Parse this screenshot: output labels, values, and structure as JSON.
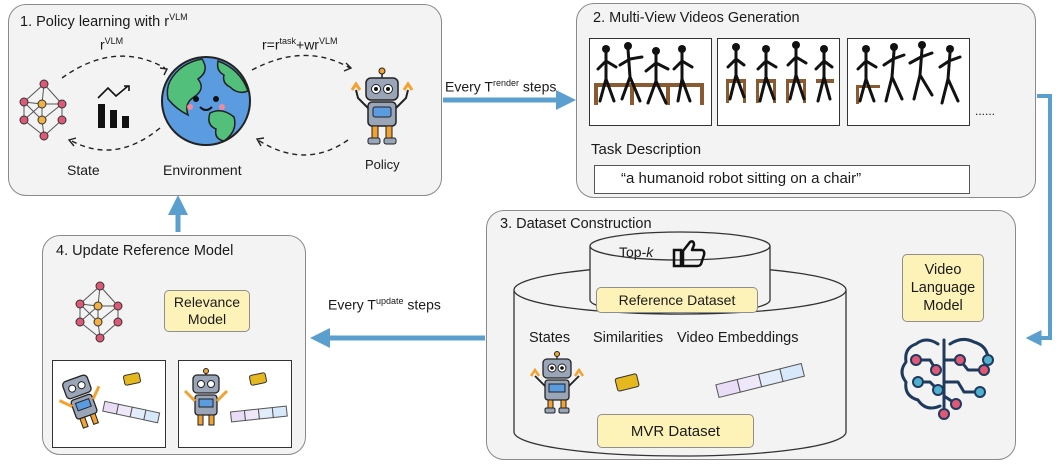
{
  "panel1": {
    "title": "1. Policy learning with r",
    "title_sup": "VLM",
    "reward_left_base": "r",
    "reward_left_sup": "VLM",
    "reward_right_a": "r=r",
    "reward_right_sup1": "task",
    "reward_right_b": "+wr",
    "reward_right_sup2": "VLM",
    "state_label": "State",
    "environment_label": "Environment",
    "policy_label": "Policy"
  },
  "arrow_render": {
    "text_a": "Every T",
    "text_sup": "render",
    "text_b": " steps"
  },
  "panel2": {
    "title": "2. Multi-View Videos Generation",
    "ellipsis": "......",
    "task_label": "Task Description",
    "task_text": "“a humanoid robot sitting on a chair”"
  },
  "panel3": {
    "title": "3. Dataset Construction",
    "topk_a": "Top-",
    "topk_k": "k",
    "reference_dataset": "Reference Dataset",
    "col_states": "States",
    "col_similarities": "Similarities",
    "col_embeddings": "Video Embeddings",
    "mvr_dataset": "MVR Dataset"
  },
  "vlm": {
    "line1": "Video",
    "line2": "Language",
    "line3": "Model"
  },
  "arrow_update": {
    "text_a": "Every  T",
    "text_sup": "update",
    "text_b": " steps"
  },
  "panel4": {
    "title": "4. Update Reference Model",
    "relevance_line1": "Relevance",
    "relevance_line2": "Model"
  },
  "colors": {
    "arrow": "#5b9fcf",
    "panel_bg": "#f3f3f3",
    "panel_border": "#8a8a8a",
    "highlight": "#fdf2b8",
    "node_red": "#e05878",
    "node_orange": "#f4b040",
    "earth_blue": "#5b9be0",
    "earth_green": "#52c07a",
    "robot_gold": "#f2a230"
  },
  "icons": [
    "neural-network-icon",
    "bar-chart-icon",
    "earth-icon",
    "robot-icon",
    "thumbs-up-icon",
    "brain-circuit-icon",
    "embedding-strip-icon",
    "similarity-chip-icon"
  ]
}
